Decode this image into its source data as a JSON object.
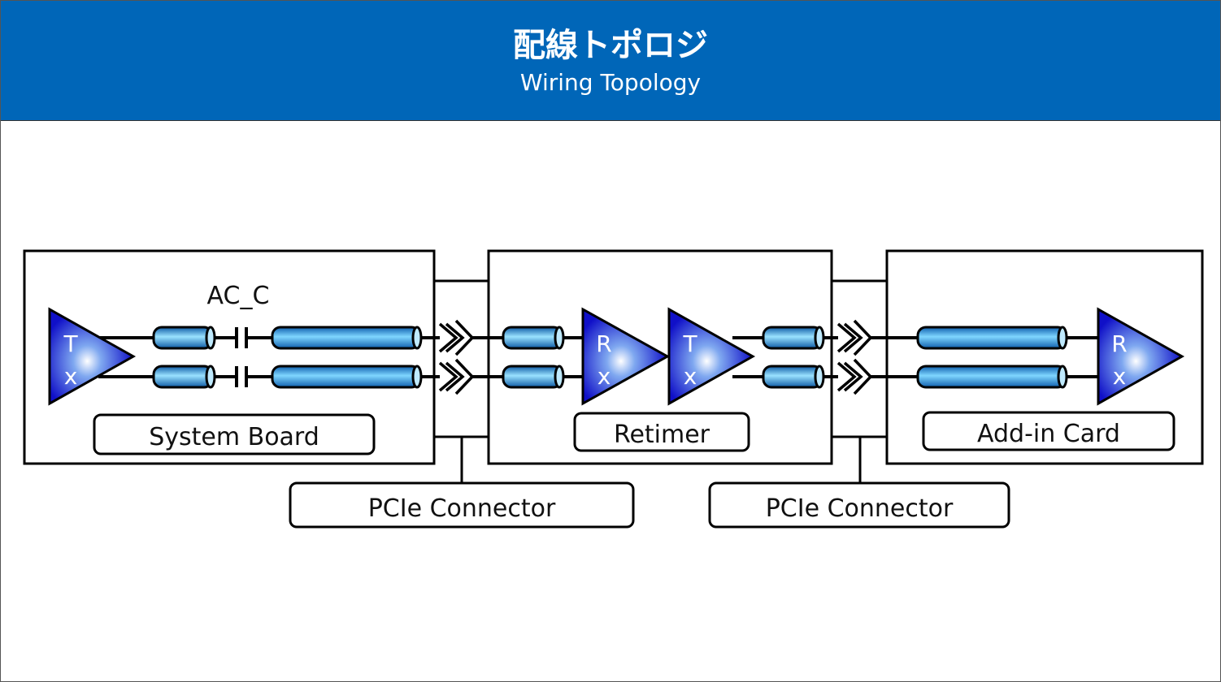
{
  "header": {
    "title_jp": "配線トポロジ",
    "title_en": "Wiring Topology"
  },
  "diagram": {
    "capacitor_label": "AC_C",
    "blocks": [
      {
        "label": "System Board"
      },
      {
        "label": "Retimer"
      },
      {
        "label": "Add-in Card"
      }
    ],
    "connectors": [
      {
        "label": "PCIe Connector"
      },
      {
        "label": "PCIe Connector"
      }
    ],
    "drivers": [
      {
        "kind": "transmitter",
        "line1": "T",
        "line2": "x"
      },
      {
        "kind": "receiver",
        "line1": "R",
        "line2": "x"
      },
      {
        "kind": "transmitter",
        "line1": "T",
        "line2": "x"
      },
      {
        "kind": "receiver",
        "line1": "R",
        "line2": "x"
      }
    ]
  },
  "colors": {
    "header_bg": "#0066b8",
    "triangle_blue": "#1a1acc",
    "cable_cyan": "#33aaee"
  }
}
